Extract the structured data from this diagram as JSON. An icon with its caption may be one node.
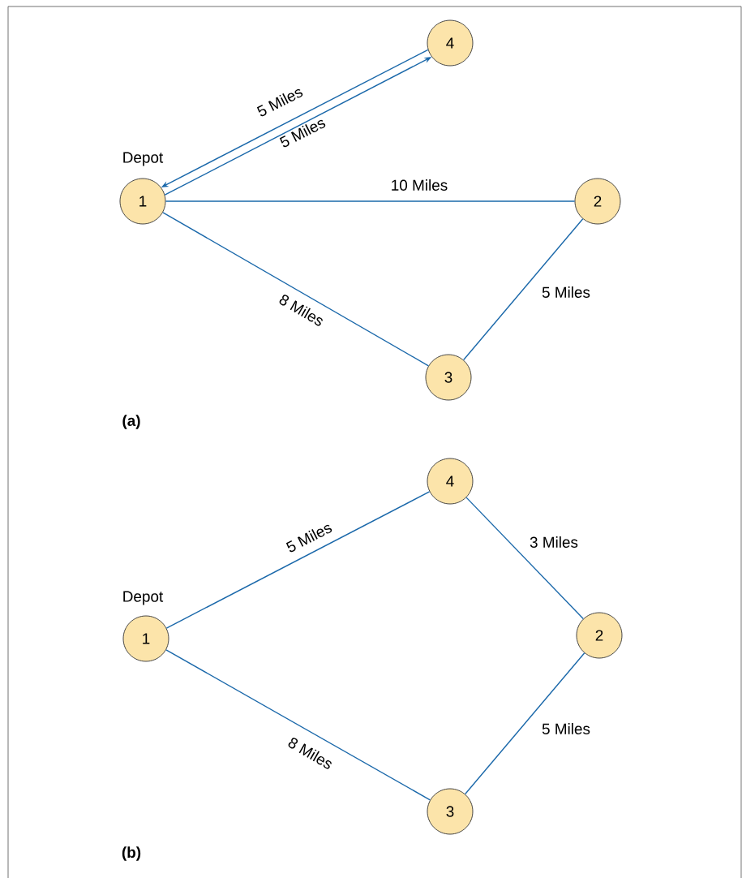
{
  "diagram": {
    "nodes": [
      {
        "text": [
          "4"
        ]
      },
      {
        "text": [
          "1"
        ],
        "beside": [
          "Depot"
        ]
      },
      {
        "text": [
          "2"
        ]
      },
      {
        "text": [
          "3"
        ]
      },
      {
        "text": [
          "4"
        ]
      },
      {
        "text": [
          "1"
        ],
        "beside": [
          "Depot"
        ]
      },
      {
        "text": [
          "2"
        ]
      },
      {
        "text": [
          "3"
        ]
      }
    ],
    "edges": [
      {
        "from": 0,
        "to": 1,
        "arrow": "to",
        "label": "5 Miles"
      },
      {
        "from": 1,
        "to": 0,
        "arrow": "to",
        "label": "5 Miles"
      },
      {
        "from": 1,
        "to": 2,
        "arrow": "none",
        "label": "10 Miles"
      },
      {
        "from": 1,
        "to": 3,
        "arrow": "none",
        "label": "8 Miles"
      },
      {
        "from": 2,
        "to": 3,
        "arrow": "none",
        "label": "5 Miles"
      },
      {
        "from": 5,
        "to": 4,
        "arrow": "none",
        "label": "5 Miles"
      },
      {
        "from": 4,
        "to": 6,
        "arrow": "none",
        "label": "3 Miles"
      },
      {
        "from": 5,
        "to": 7,
        "arrow": "none",
        "label": "8 Miles"
      },
      {
        "from": 6,
        "to": 7,
        "arrow": "none",
        "label": "5 Miles"
      }
    ],
    "labels": [
      "(a)",
      "(b)"
    ]
  }
}
